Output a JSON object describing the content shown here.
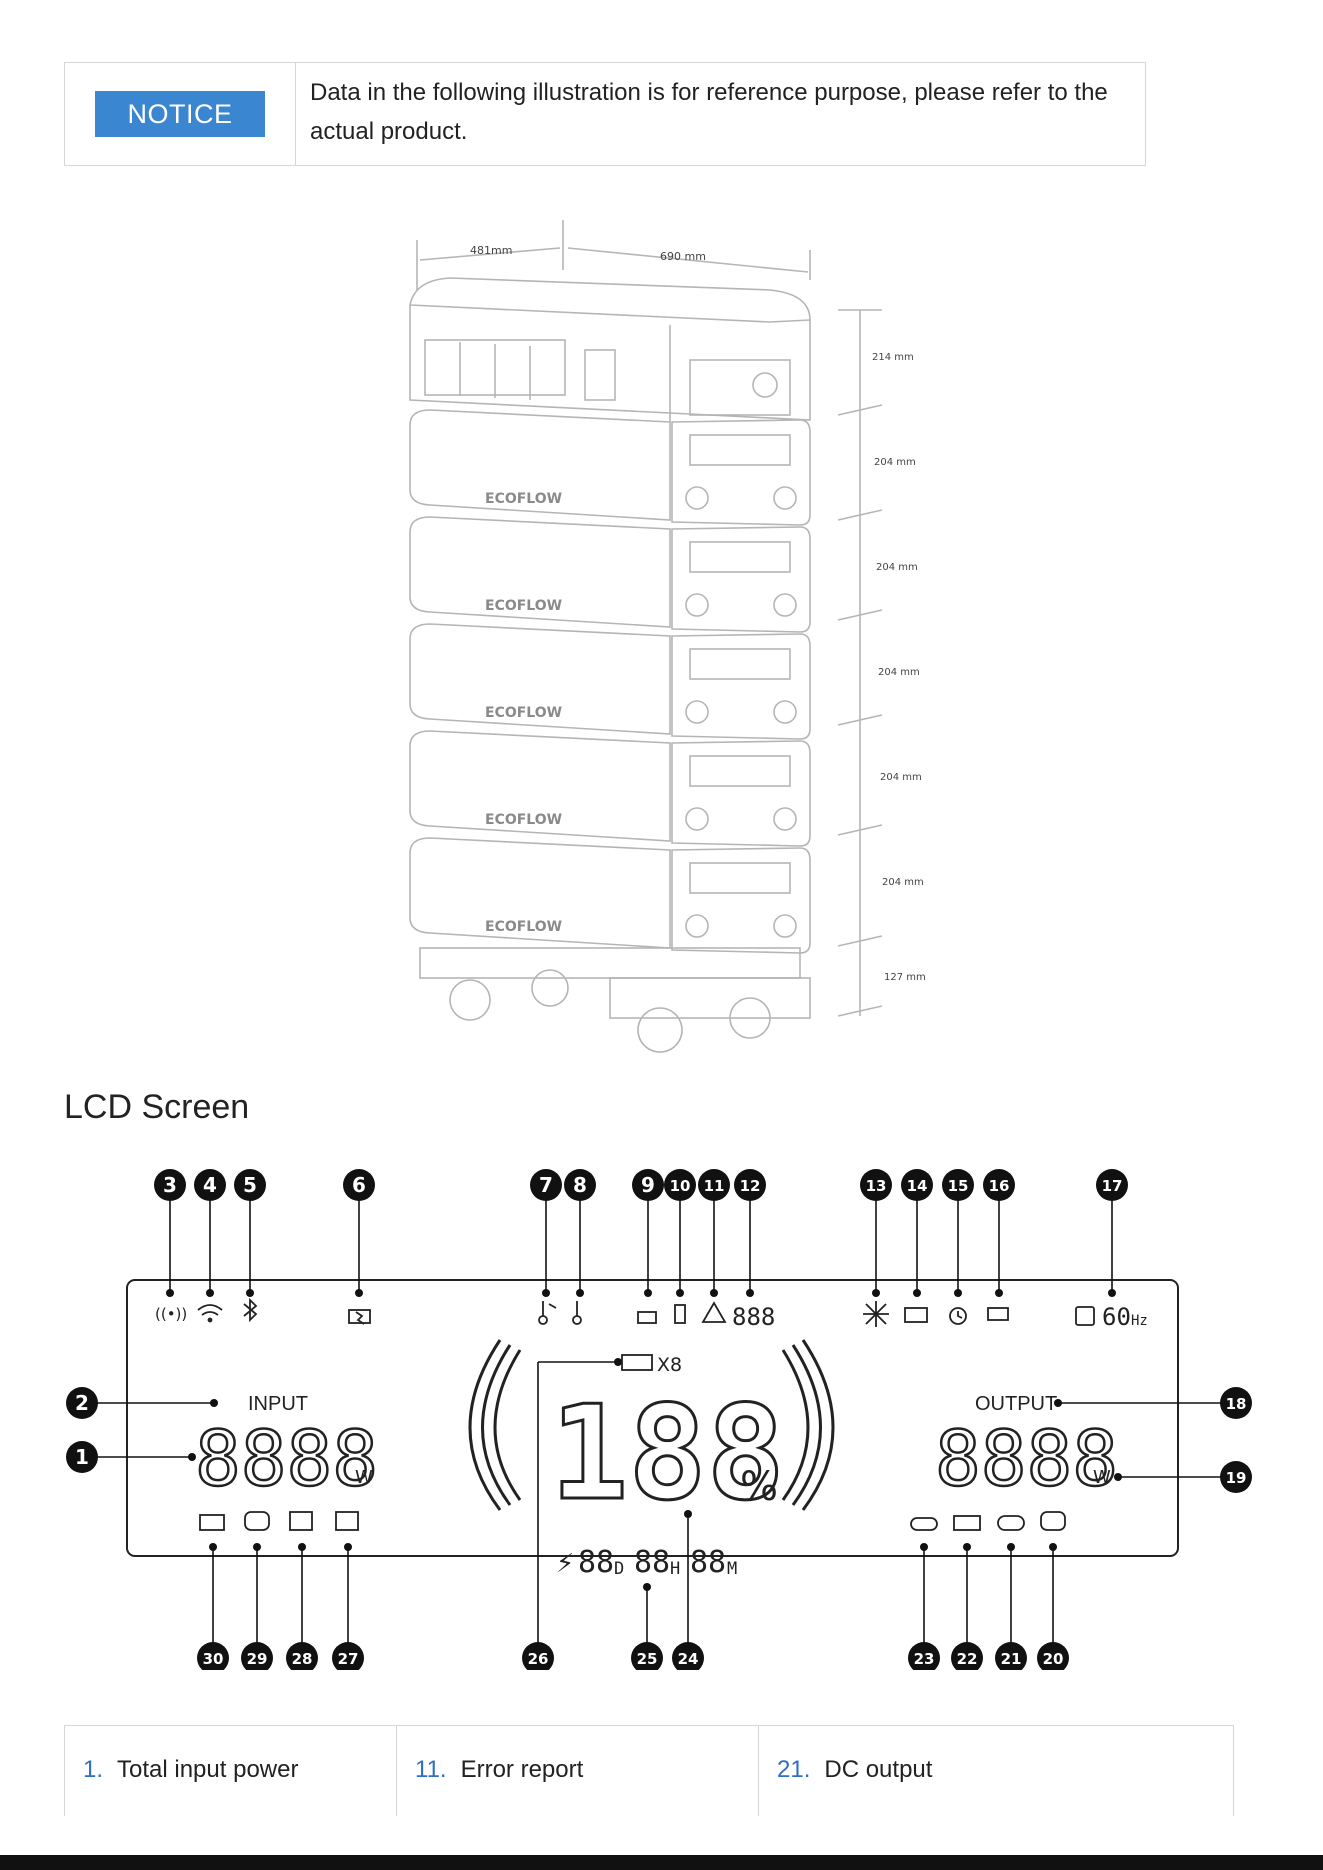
{
  "notice": {
    "badge": "NOTICE",
    "text": "Data in the following illustration is for reference purpose, please refer to the actual product."
  },
  "figure": {
    "width_label": "481mm",
    "depth_label": "690 mm",
    "heights": [
      "214 mm",
      "204 mm",
      "204 mm",
      "204 mm",
      "204 mm",
      "204 mm",
      "127 mm"
    ],
    "brand": "ECOFLOW"
  },
  "section_title": "LCD Screen",
  "lcd": {
    "input_label": "INPUT",
    "output_label": "OUTPUT",
    "input_digits": "8888",
    "input_unit": "W",
    "output_digits": "8888",
    "output_unit": "W",
    "main_digits": "188",
    "percent": "%",
    "battery_count": "X8",
    "error_digits": "888",
    "freq_digits": "60",
    "freq_unit": "Hz",
    "time_d": "88",
    "time_d_unit": "D",
    "time_h": "88",
    "time_h_unit": "H",
    "time_m": "88",
    "time_m_unit": "M",
    "callouts": [
      "1",
      "2",
      "3",
      "4",
      "5",
      "6",
      "7",
      "8",
      "9",
      "10",
      "11",
      "12",
      "13",
      "14",
      "15",
      "16",
      "17",
      "18",
      "19",
      "20",
      "21",
      "22",
      "23",
      "24",
      "25",
      "26",
      "27",
      "28",
      "29",
      "30"
    ]
  },
  "legend": [
    {
      "num": "1.",
      "label": "Total input power"
    },
    {
      "num": "11.",
      "label": "Error report"
    },
    {
      "num": "21.",
      "label": "DC output"
    }
  ]
}
